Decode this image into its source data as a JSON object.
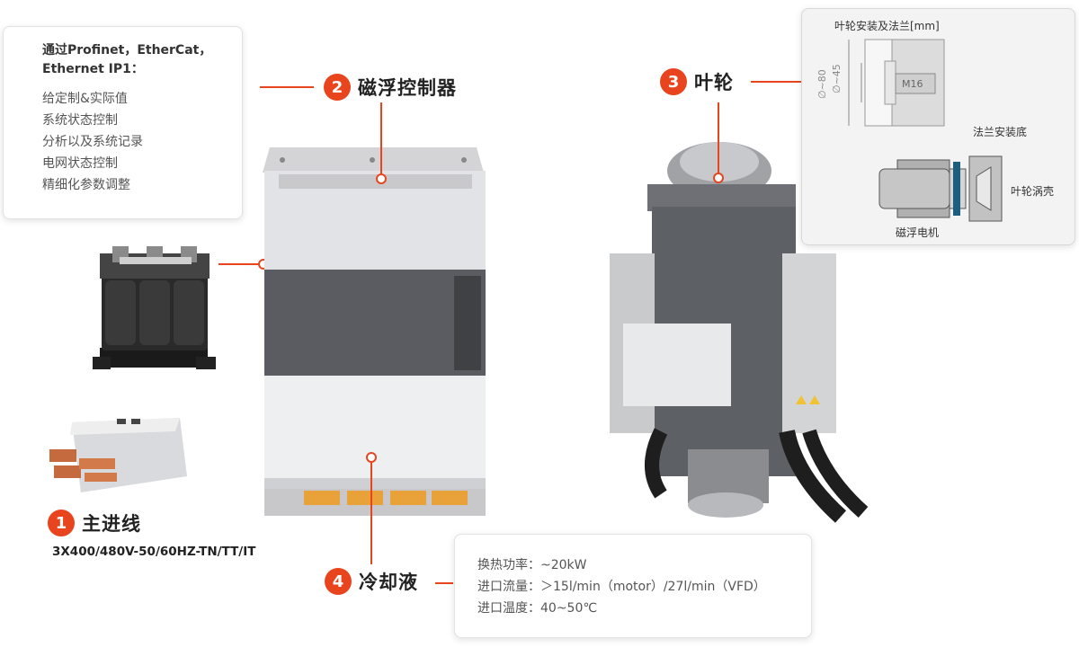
{
  "protocol_card": {
    "title_line1": "通过Profinet，EtherCat，",
    "title_line2": "Ethernet IP1：",
    "items": [
      "给定制&实际值",
      "系统状态控制",
      "分析以及系统记录",
      "电网状态控制",
      "精细化参数调整"
    ]
  },
  "callouts": {
    "main_line": {
      "number": "1",
      "label": "主进线",
      "spec": "3X400/480V-50/60HZ-TN/TT/IT"
    },
    "controller": {
      "number": "2",
      "label": "磁浮控制器"
    },
    "impeller": {
      "number": "3",
      "label": "叶轮"
    },
    "coolant": {
      "number": "4",
      "label": "冷却液"
    }
  },
  "coolant_card": {
    "rows": [
      "换热功率：~20kW",
      "进口流量：＞15l/min（motor）/27l/min（VFD）",
      "进口温度：40~50℃"
    ]
  },
  "impeller_diagram": {
    "title": "叶轮安装及法兰[mm]",
    "bolt_label": "M16",
    "dim_outer": "∅~80",
    "dim_inner": "∅~45",
    "flange_label": "法兰安装底",
    "volute_label": "叶轮涡壳",
    "motor_label": "磁浮电机"
  },
  "colors": {
    "accent": "#e8451f",
    "flange": "#1d5e7e"
  }
}
